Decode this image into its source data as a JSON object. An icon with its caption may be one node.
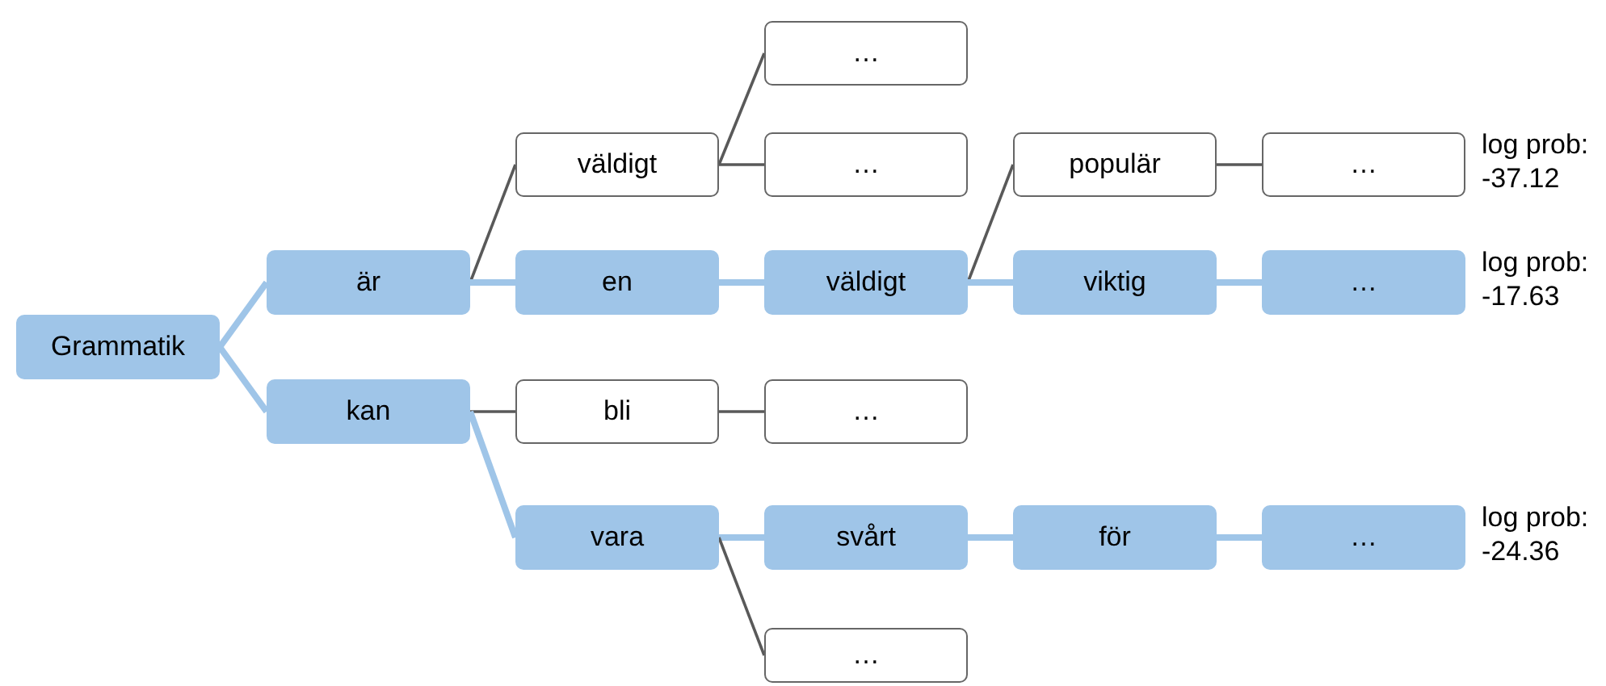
{
  "diagram": {
    "nodes": [
      {
        "text": [
          "Grammatik"
        ]
      },
      {
        "text": [
          "är"
        ]
      },
      {
        "text": [
          "kan"
        ]
      },
      {
        "text": [
          "väldigt"
        ]
      },
      {
        "text": [
          "en"
        ]
      },
      {
        "text": [
          "bli"
        ]
      },
      {
        "text": [
          "vara"
        ]
      },
      {
        "text": [
          "…"
        ]
      },
      {
        "text": [
          "…"
        ]
      },
      {
        "text": [
          "väldigt"
        ]
      },
      {
        "text": [
          "…"
        ]
      },
      {
        "text": [
          "svårt"
        ]
      },
      {
        "text": [
          "…"
        ]
      },
      {
        "text": [
          "populär"
        ]
      },
      {
        "text": [
          "viktig"
        ]
      },
      {
        "text": [
          "för"
        ]
      },
      {
        "text": [
          "…"
        ],
        "beside": [
          "log prob: -37.12"
        ]
      },
      {
        "text": [
          "…"
        ],
        "beside": [
          "log prob: -17.63"
        ]
      },
      {
        "text": [
          "…"
        ],
        "beside": [
          "log prob: -24.36"
        ]
      }
    ],
    "edges": [
      {
        "from": 0,
        "to": 1,
        "arrow": "none"
      },
      {
        "from": 0,
        "to": 2,
        "arrow": "none"
      },
      {
        "from": 1,
        "to": 3,
        "arrow": "none",
        "color": "#595959"
      },
      {
        "from": 1,
        "to": 4,
        "arrow": "none"
      },
      {
        "from": 2,
        "to": 5,
        "arrow": "none",
        "color": "#595959"
      },
      {
        "from": 2,
        "to": 6,
        "arrow": "none"
      },
      {
        "from": 3,
        "to": 7,
        "arrow": "none",
        "color": "#595959"
      },
      {
        "from": 3,
        "to": 8,
        "arrow": "none",
        "color": "#595959"
      },
      {
        "from": 4,
        "to": 9,
        "arrow": "none"
      },
      {
        "from": 5,
        "to": 10,
        "arrow": "none",
        "color": "#595959"
      },
      {
        "from": 6,
        "to": 11,
        "arrow": "none"
      },
      {
        "from": 6,
        "to": 12,
        "arrow": "none",
        "color": "#595959"
      },
      {
        "from": 9,
        "to": 13,
        "arrow": "none",
        "color": "#595959"
      },
      {
        "from": 9,
        "to": 14,
        "arrow": "none"
      },
      {
        "from": 11,
        "to": 15,
        "arrow": "none"
      },
      {
        "from": 13,
        "to": 16,
        "arrow": "none",
        "color": "#595959"
      },
      {
        "from": 14,
        "to": 17,
        "arrow": "none"
      },
      {
        "from": 15,
        "to": 18,
        "arrow": "none"
      }
    ]
  }
}
